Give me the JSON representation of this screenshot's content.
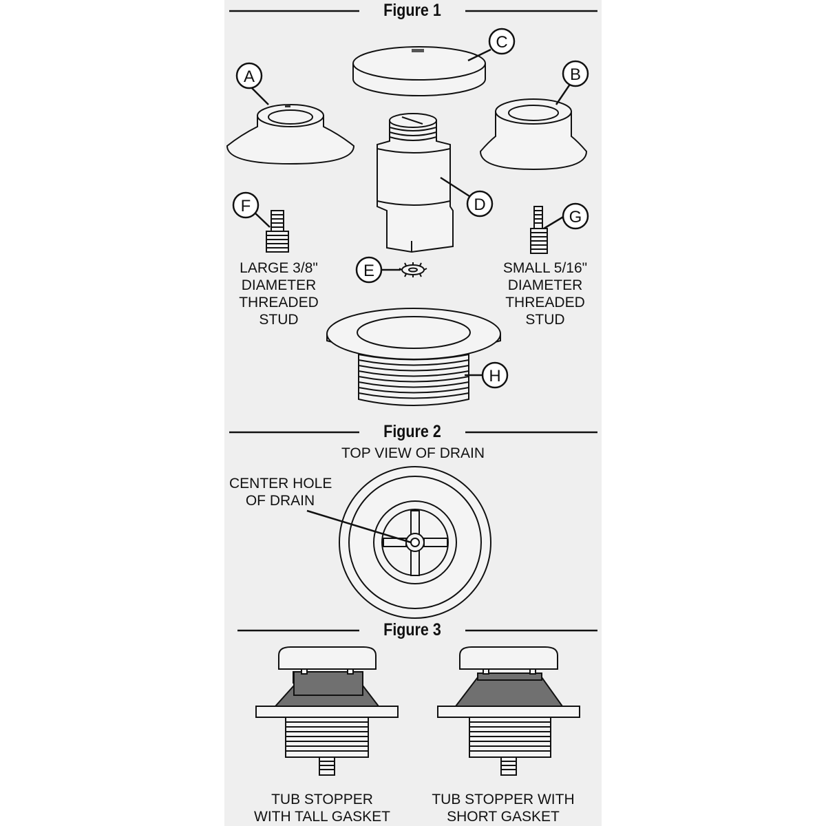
{
  "figure1": {
    "title": "Figure 1",
    "callouts": {
      "a": "A",
      "b": "B",
      "c": "C",
      "d": "D",
      "e": "E",
      "f": "F",
      "g": "G",
      "h": "H"
    },
    "large_stud_label": [
      "LARGE 3/8\"",
      "DIAMETER",
      "THREADED",
      "STUD"
    ],
    "small_stud_label": [
      "SMALL 5/16\"",
      "DIAMETER",
      "THREADED",
      "STUD"
    ]
  },
  "figure2": {
    "title": "Figure 2",
    "subtitle": "TOP VIEW OF DRAIN",
    "center_hole_label": [
      "CENTER HOLE",
      "OF DRAIN"
    ]
  },
  "figure3": {
    "title": "Figure 3",
    "tall_label": [
      "TUB STOPPER",
      "WITH TALL GASKET"
    ],
    "short_label": [
      "TUB STOPPER WITH",
      "SHORT GASKET"
    ]
  },
  "colors": {
    "panel": "#efefef",
    "ink": "#111111",
    "part_fill": "#f4f4f4",
    "gasket": "#707070"
  }
}
